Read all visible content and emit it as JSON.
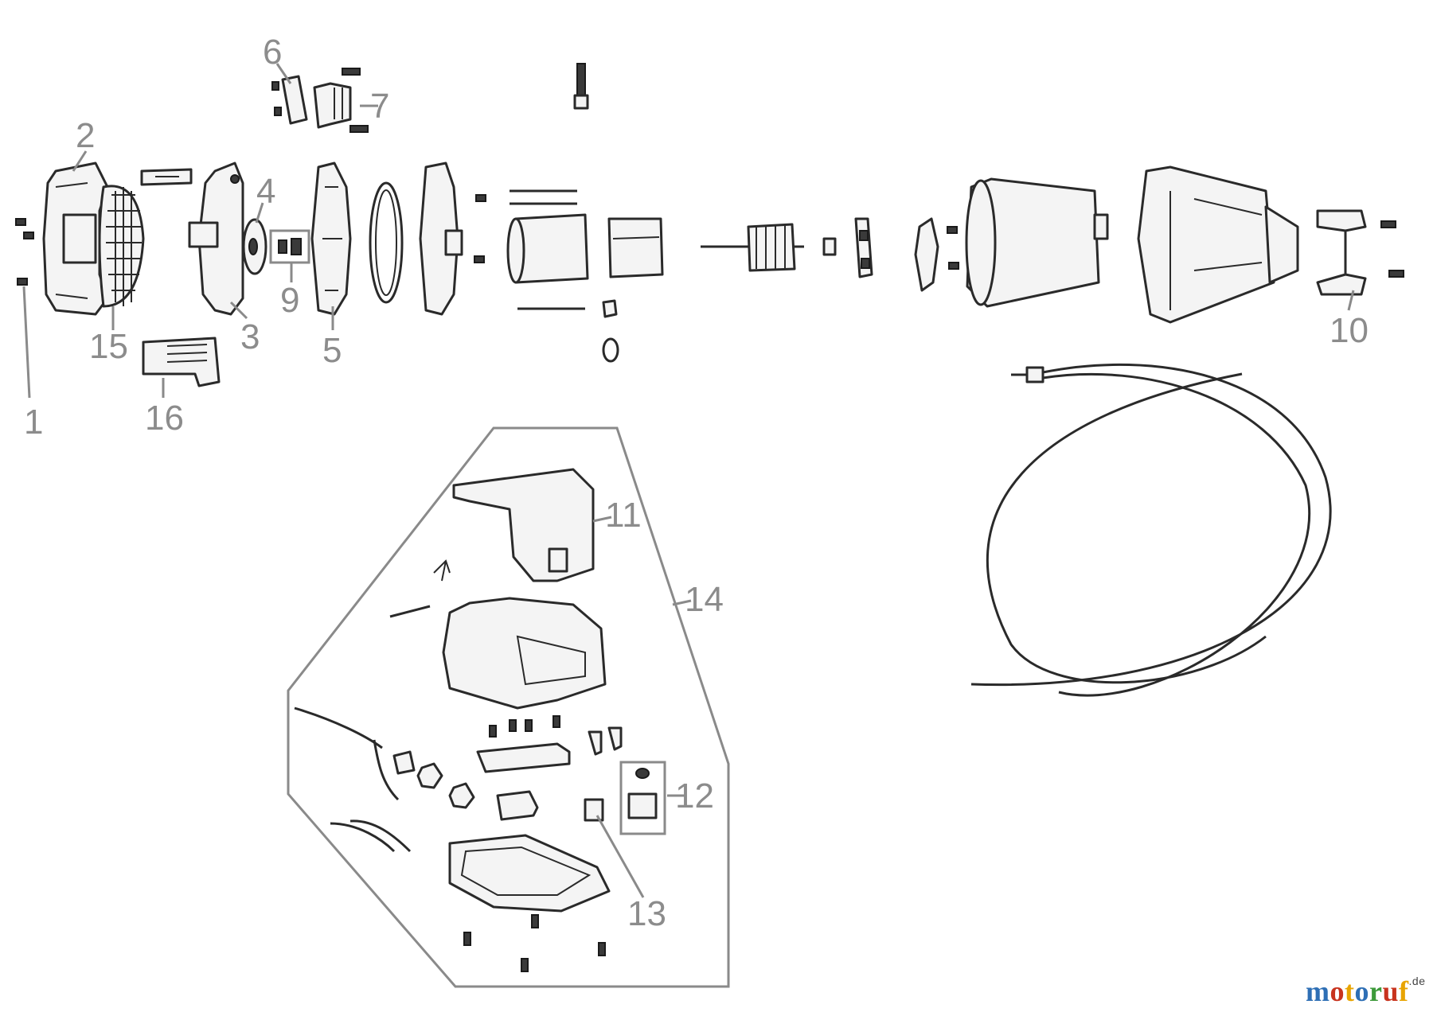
{
  "callouts": [
    {
      "id": "1",
      "label": "1"
    },
    {
      "id": "2",
      "label": "2"
    },
    {
      "id": "3",
      "label": "3"
    },
    {
      "id": "4",
      "label": "4"
    },
    {
      "id": "5",
      "label": "5"
    },
    {
      "id": "6",
      "label": "6"
    },
    {
      "id": "7",
      "label": "7"
    },
    {
      "id": "9",
      "label": "9"
    },
    {
      "id": "10",
      "label": "10"
    },
    {
      "id": "11",
      "label": "11"
    },
    {
      "id": "12",
      "label": "12"
    },
    {
      "id": "13",
      "label": "13"
    },
    {
      "id": "14",
      "label": "14"
    },
    {
      "id": "15",
      "label": "15"
    },
    {
      "id": "16",
      "label": "16"
    }
  ],
  "brand": {
    "letters": [
      "m",
      "o",
      "t",
      "o",
      "r",
      "u",
      "f"
    ],
    "letter_colors": [
      "#2e6fb5",
      "#c8331e",
      "#e8a400",
      "#2e6fb5",
      "#3d9a3a",
      "#c8331e",
      "#e8a400"
    ],
    "suffix": ".de"
  },
  "colors": {
    "callout": "#8c8c8c",
    "line": "#2a2a2a"
  }
}
